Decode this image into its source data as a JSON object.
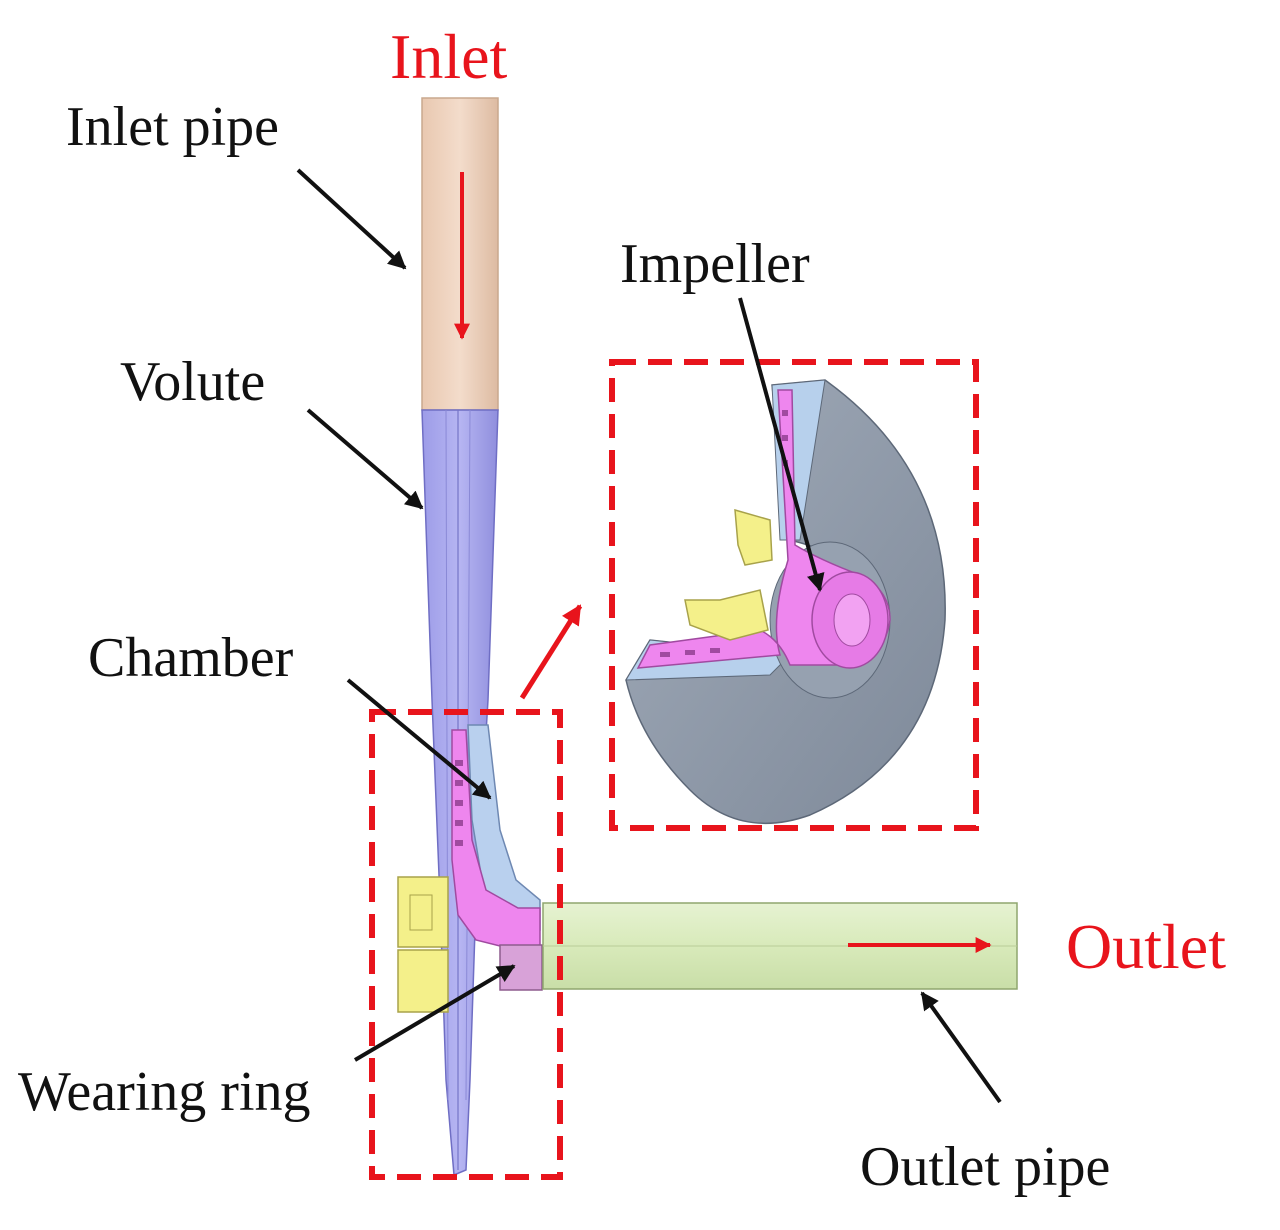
{
  "labels": {
    "inlet": "Inlet",
    "inlet_pipe": "Inlet pipe",
    "volute": "Volute",
    "impeller": "Impeller",
    "chamber": "Chamber",
    "outlet": "Outlet",
    "wearing_ring": "Wearing ring",
    "outlet_pipe": "Outlet pipe"
  },
  "colors": {
    "inlet_pipe": "#EFD3BE",
    "volute": "#A9A8EE",
    "impeller": "#EE86EE",
    "chamber": "#B8D0EE",
    "outlet_pipe": "#DCECC0",
    "housing": "#8D98A6",
    "ring": "#F4F08A",
    "highlight": "#E8141C",
    "text": "#111111"
  }
}
